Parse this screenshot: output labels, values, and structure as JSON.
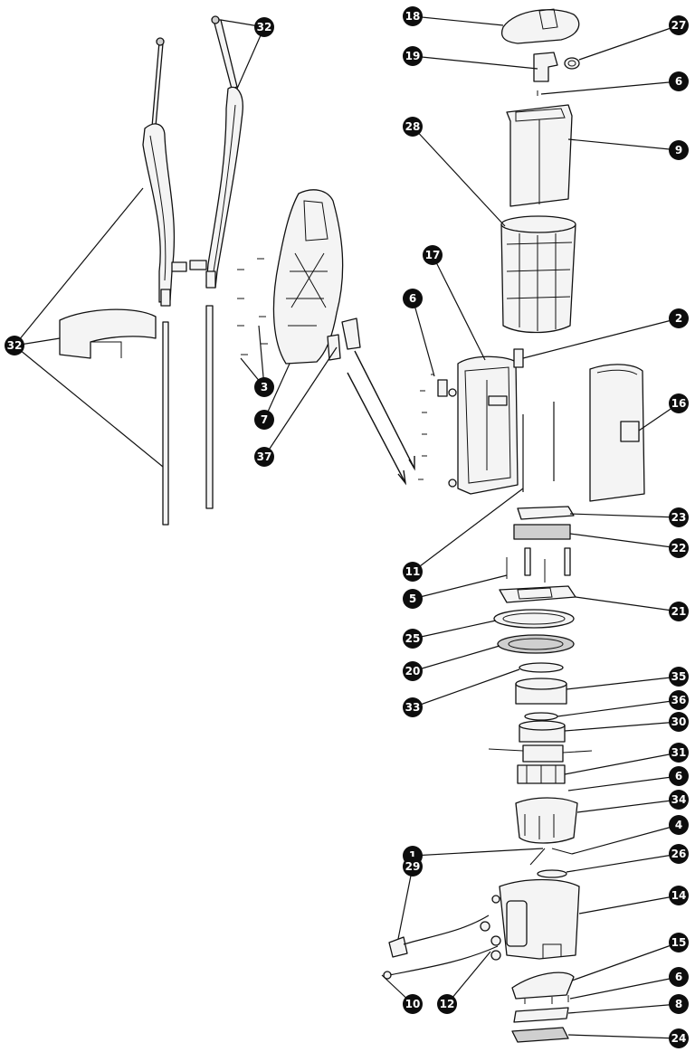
{
  "callouts": [
    {
      "id": "c32a",
      "label": "32"
    },
    {
      "id": "c32b",
      "label": "32"
    },
    {
      "id": "c3",
      "label": "3"
    },
    {
      "id": "c7",
      "label": "7"
    },
    {
      "id": "c37",
      "label": "37"
    },
    {
      "id": "c18",
      "label": "18"
    },
    {
      "id": "c27",
      "label": "27"
    },
    {
      "id": "c19",
      "label": "19"
    },
    {
      "id": "c6a",
      "label": "6"
    },
    {
      "id": "c28",
      "label": "28"
    },
    {
      "id": "c9",
      "label": "9"
    },
    {
      "id": "c17",
      "label": "17"
    },
    {
      "id": "c6b",
      "label": "6"
    },
    {
      "id": "c2",
      "label": "2"
    },
    {
      "id": "c16",
      "label": "16"
    },
    {
      "id": "c23",
      "label": "23"
    },
    {
      "id": "c22",
      "label": "22"
    },
    {
      "id": "c11",
      "label": "11"
    },
    {
      "id": "c5",
      "label": "5"
    },
    {
      "id": "c21",
      "label": "21"
    },
    {
      "id": "c25",
      "label": "25"
    },
    {
      "id": "c20",
      "label": "20"
    },
    {
      "id": "c33",
      "label": "33"
    },
    {
      "id": "c35",
      "label": "35"
    },
    {
      "id": "c36",
      "label": "36"
    },
    {
      "id": "c30",
      "label": "30"
    },
    {
      "id": "c31",
      "label": "31"
    },
    {
      "id": "c6c",
      "label": "6"
    },
    {
      "id": "c34",
      "label": "34"
    },
    {
      "id": "c4",
      "label": "4"
    },
    {
      "id": "c1",
      "label": "1"
    },
    {
      "id": "c26",
      "label": "26"
    },
    {
      "id": "c29",
      "label": "29"
    },
    {
      "id": "c14",
      "label": "14"
    },
    {
      "id": "c15",
      "label": "15"
    },
    {
      "id": "c6d",
      "label": "6"
    },
    {
      "id": "c8",
      "label": "8"
    },
    {
      "id": "c10",
      "label": "10"
    },
    {
      "id": "c12",
      "label": "12"
    },
    {
      "id": "c24",
      "label": "24"
    }
  ]
}
